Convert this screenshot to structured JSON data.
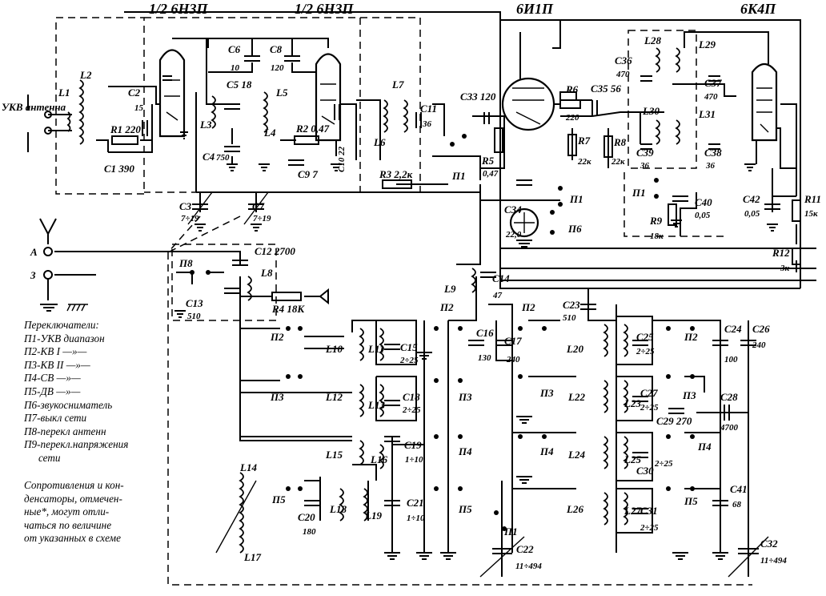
{
  "tubes": {
    "t1": "1/2 6Н3П",
    "t2": "1/2 6Н3П",
    "t3": "6И1П",
    "t4": "6К4П"
  },
  "antenna": {
    "ukv": "УКВ антенна",
    "a": "А",
    "z": "З"
  },
  "components": {
    "L1": "L1",
    "L2": "L2",
    "C2": "C2",
    "C2v": "15",
    "R1": "R1 220",
    "C1": "C1 390",
    "C3": "C3",
    "C3v": "7÷19",
    "C5": "C5 18",
    "C6": "C6",
    "C6v": "10",
    "C8": "C8",
    "C8v": "120",
    "C4": "C4",
    "C4v": "750",
    "L3": "L3",
    "L4": "L4",
    "L5": "L5",
    "R2": "R2 0,47",
    "C9": "C9 7",
    "C10": "C10 22",
    "C7": "C7",
    "C7v": "7÷19",
    "L6": "L6",
    "L7": "L7",
    "C11": "C11",
    "C11v": "36",
    "R3": "R3 2,2к",
    "C33": "C33 120",
    "R5": "R5",
    "R5v": "0,47",
    "P1": "П1",
    "R6": "R6",
    "R6v": "220",
    "R7": "R7",
    "R7v": "22к",
    "R8": "R8",
    "R8v": "22к",
    "C35": "C35 56",
    "C34": "C34",
    "C34v": "22,0",
    "C36": "C36",
    "C36v": "470",
    "L28": "L28",
    "L29": "L29",
    "C37": "C37",
    "C37v": "470",
    "L30": "L30",
    "L31": "L31",
    "C39": "C39",
    "C39v": "36",
    "C38": "C38",
    "C38v": "36",
    "R9": "R9",
    "R9v": "18к",
    "C40": "C40",
    "C40v": "0,05",
    "C42": "C42",
    "C42v": "0,05",
    "R11": "R11",
    "R11v": "15к",
    "R12": "R12",
    "R12v": "3к",
    "C12": "C12 2700",
    "P8": "П8",
    "L8": "L8",
    "C13": "C13",
    "C13v": "510",
    "R4": "R4 18К",
    "L9": "L9",
    "C14": "C14",
    "C14v": "47",
    "C23": "C23",
    "C23v": "510",
    "L10": "L10",
    "L11": "L11",
    "C15": "C15",
    "C15v": "2÷25",
    "L12": "L12",
    "L13": "L13",
    "C18": "C18",
    "C18v": "2÷25",
    "C16": "C16",
    "C16v": "130",
    "C17": "C17",
    "C17v": "240",
    "L15": "L15",
    "L16": "L16",
    "C19": "C19",
    "C19v": "1÷10",
    "L14": "L14",
    "L17": "L17",
    "C20": "C20",
    "C20v": "180",
    "L18": "L18",
    "L19": "L19",
    "C21": "C21",
    "C21v": "1÷10",
    "C22": "C22",
    "C22v": "11÷494",
    "L20": "L20",
    "C25": "C25",
    "C25v": "2÷25",
    "L22": "L22",
    "L23": "L23",
    "C27": "C27",
    "C27v": "2÷25",
    "C29": "C29 270",
    "L24": "L24",
    "L25": "L25",
    "C30": "C30",
    "C30v": "2÷25",
    "L26": "L26",
    "L27": "L27",
    "C31": "C31",
    "C31v": "2÷25",
    "C24": "C24",
    "C24v": "100",
    "C26": "C26",
    "C26v": "240",
    "C28": "C28",
    "C28v": "4700",
    "C41": "C41",
    "C41v": "68",
    "C32": "C32",
    "C32v": "11÷494",
    "P2": "П2",
    "P3": "П3",
    "P4": "П4",
    "P5": "П5",
    "P6": "П6"
  },
  "legend": {
    "title": "Переключатели:",
    "items": [
      "П1-УКВ диапазон",
      "П2-КВ I   —»—",
      "П3-КВ II  —»—",
      "П4-СВ    —»—",
      "П5-ДВ    —»—",
      "П6-звукосниматель",
      "П7-выкл сети",
      "П8-перекл антенн",
      "П9-перекл.напряжения",
      "сети"
    ],
    "note": "Сопротивления и кон-\nденсаторы, отмечен-\nные*, могут отли-\nчаться по величине\nот указанных в схеме"
  }
}
